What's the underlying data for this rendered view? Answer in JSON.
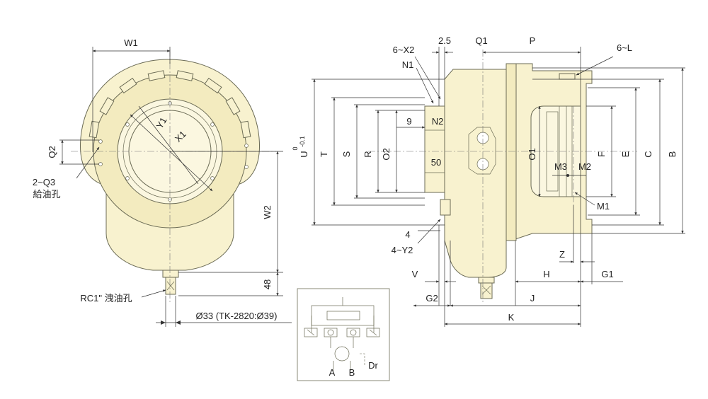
{
  "front_view": {
    "labels": {
      "W1": "W1",
      "Q2": "Q2",
      "Q3_note_1": "2~Q3",
      "Q3_note_2": "給油孔",
      "Y1": "Y1",
      "X1": "X1",
      "W2": "W2",
      "dim_48": "48",
      "rc_note": "RC1\" 洩油孔",
      "dia_note": "Ø33 (TK-2820:Ø39)"
    }
  },
  "side_view": {
    "labels": {
      "X2": "6~X2",
      "dim_2_5": "2.5",
      "Q1": "Q1",
      "P": "P",
      "L": "6~L",
      "N1": "N1",
      "N2": "N2",
      "dim_9": "9",
      "dim_50": "50",
      "U": "U",
      "U_tol_upper": "0",
      "U_tol_lower": "-0.1",
      "T": "T",
      "S": "S",
      "R": "R",
      "O2": "O2",
      "O1": "O1",
      "M3": "M3",
      "M2": "M2",
      "F": "F",
      "E": "E",
      "C": "C",
      "B": "B",
      "M1": "M1",
      "dim_4": "4",
      "Y2": "4~Y2",
      "Z": "Z",
      "V": "V",
      "H": "H",
      "G1": "G1",
      "G2": "G2",
      "J": "J",
      "K": "K"
    }
  },
  "hydraulic": {
    "labels": {
      "A": "A",
      "B": "B",
      "Dr": "Dr"
    }
  },
  "colors": {
    "body": "#f8f2cf",
    "outline": "#6b6b55",
    "dimension": "#333333"
  }
}
